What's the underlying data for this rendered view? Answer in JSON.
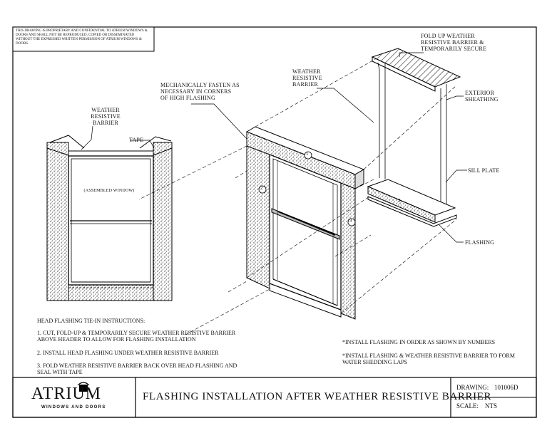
{
  "notice": "THIS DRAWING IS PROPRIETARY AND CONFIDENTIAL TO ATRIUM WINDOWS & DOORS AND SHALL NOT BE REPRODUCED, COPIED OR DISSEMINATED WITHOUT THE EXPRESSED WRITTEN PERMISSION OF ATRIUM WINDOWS & DOORS.",
  "labels": {
    "wrb_left": "WEATHER RESISTIVE BARRIER",
    "tape": "TAPE",
    "assembled_window": "(ASSEMBLED WINDOW)",
    "mechanically_fasten": "MECHANICALLY FASTEN AS NECESSARY IN CORNERS OF HIGH FLASHING",
    "wrb_center": "WEATHER RESISTIVE BARRIER",
    "fold_up": "FOLD UP WEATHER RESISTIVE BARRIER & TEMPORARILY SECURE",
    "exterior_sheathing": "EXTERIOR SHEATHING",
    "sill_plate": "SILL PLATE",
    "flashing": "FLASHING"
  },
  "markers": [
    "1",
    "2",
    "3",
    "3"
  ],
  "instructions": {
    "heading": "HEAD FLASHING TIE-IN INSTRUCTIONS:",
    "steps": [
      "1. CUT, FOLD-UP & TEMPORARILY SECURE WEATHER RESISTIVE BARRIER ABOVE HEADER TO ALLOW FOR FLASHING INSTALLATION",
      "2. INSTALL HEAD FLASHING UNDER WEATHER RESISTIVE BARRIER",
      "3. FOLD WEATHER RESISTIVE BARRIER BACK OVER HEAD FLASHING AND SEAL WITH TAPE"
    ],
    "notes": [
      "*INSTALL FLASHING IN ORDER AS SHOWN BY NUMBERS",
      "*INSTALL FLASHING & WEATHER RESISTIVE BARRIER TO FORM WATER SHEDDING LAPS"
    ]
  },
  "title_block": {
    "logo": "ATRIUM",
    "logo_sub": "WINDOWS AND DOORS",
    "title": "FLASHING INSTALLATION AFTER WEATHER RESISTIVE BARRIER",
    "drawing_label": "DRAWING:",
    "drawing_number": "101006D",
    "scale_label": "SCALE:",
    "scale_value": "NTS"
  }
}
